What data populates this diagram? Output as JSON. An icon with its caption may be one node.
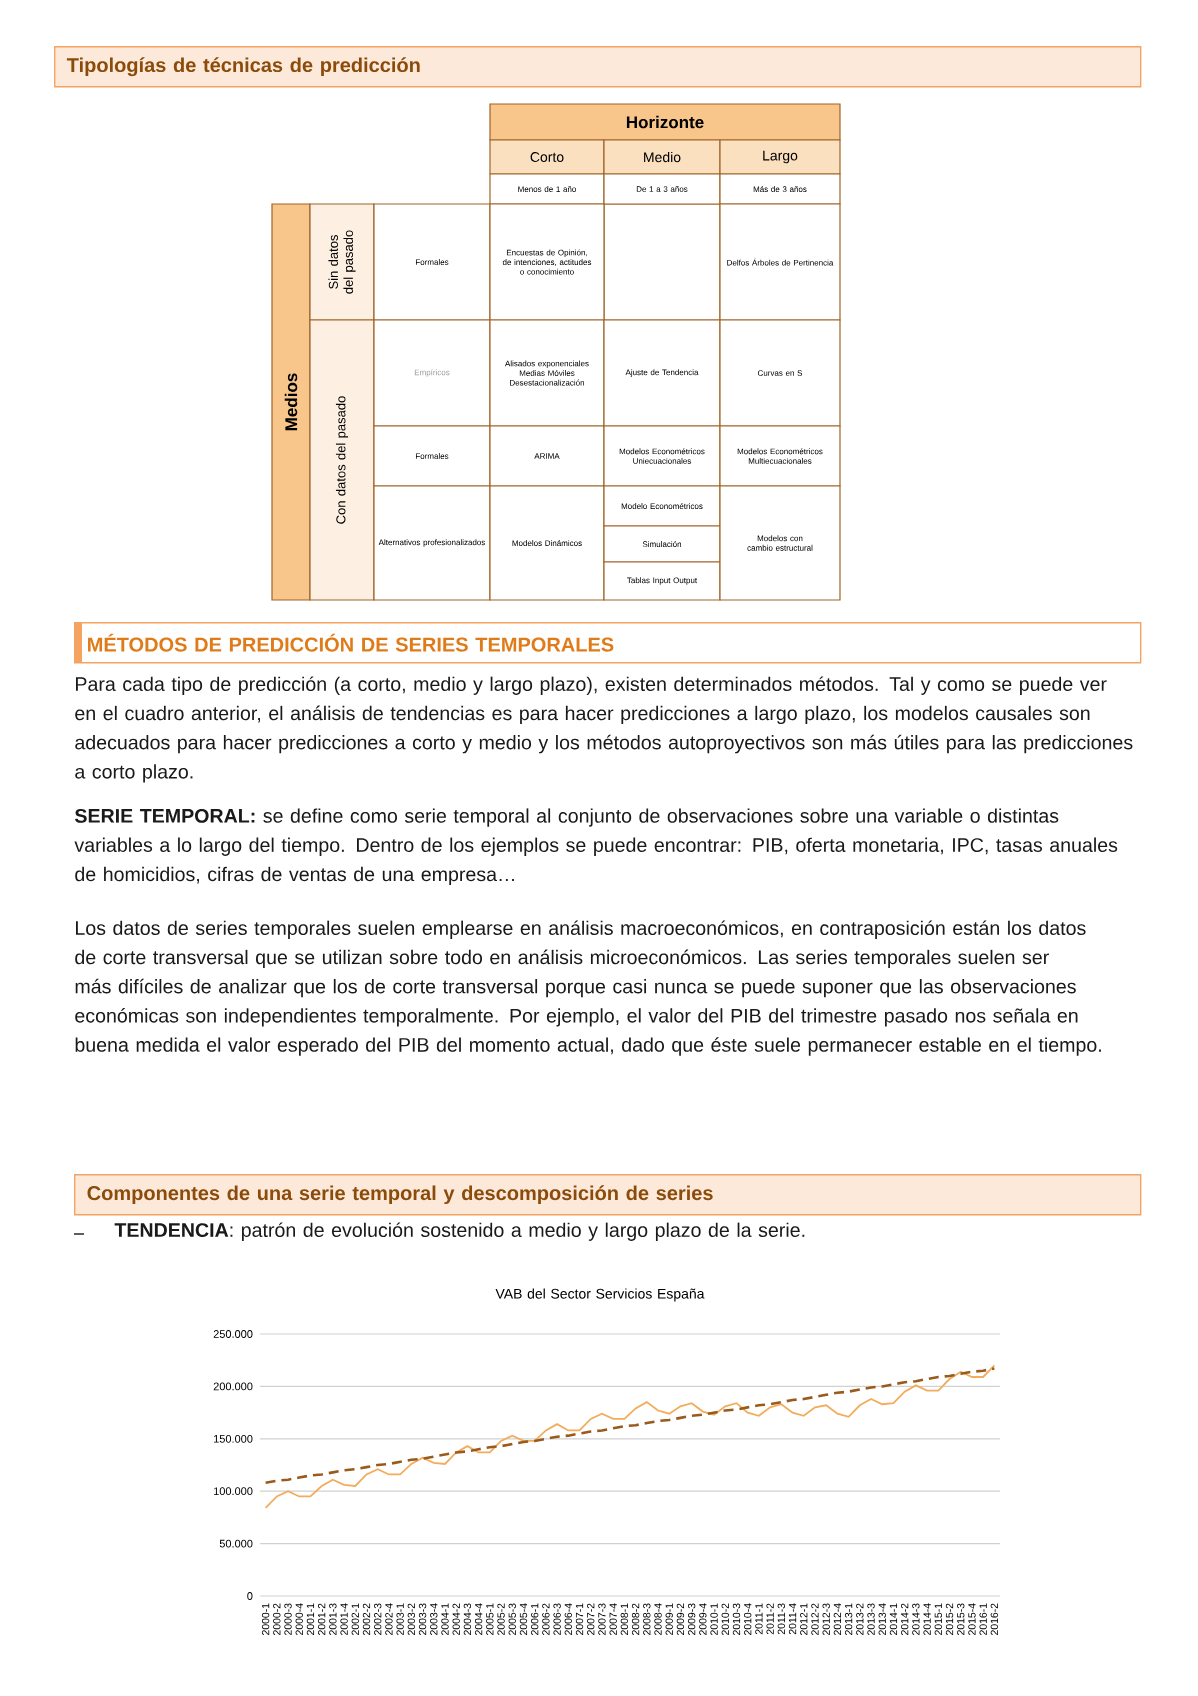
{
  "diagram": {
    "nodes": [
      {
        "text": [
          "Tipologías de técnicas de predicción"
        ]
      },
      {
        "text": [
          "MÉTODOS DE PREDICCIÓN DE SERIES TEMPORALES"
        ]
      },
      {
        "text": [
          "Componentes de una serie temporal y descomposición de series"
        ]
      }
    ],
    "labels": [
      "Horizonte",
      "Corto",
      "Medio",
      "Largo",
      "Menos de 1 año",
      "De 1 a 3 años",
      "Más de 3 años",
      "Medios",
      "Sin datos del pasado",
      "Formales",
      "Encuestas de Opinión, de intenciones, actitudes o conocimiento",
      "Delfos Árboles de Pertinencia",
      "Con datos del pasado",
      "Empíricos",
      "Alisados exponenciales Medias Móviles Desestacionalización",
      "Ajuste de Tendencia",
      "Curvas en S",
      "Formales",
      "ARIMA",
      "Modelos Econométricos Uniecuacionales",
      "Modelos Econométricos Multiecuacionales",
      "Alternativos profesionalizados",
      "Modelos Dinámicos",
      "Modelo Econométricos",
      "Simulación",
      "Tablas Input Output",
      "Modelos con cambio estructural",
      "Para cada tipo de predicción (a corto, medio y largo plazo), existen determinados métodos. Tal y como se puede ver en el cuadro anterior, el análisis de tendencias es para hacer predicciones a largo plazo, los modelos causales son adecuados para hacer predicciones a corto y medio y los métodos autoproyectivos son más útiles para las predicciones a corto plazo.",
      "**SERIE TEMPORAL:** se define como serie temporal al conjunto de observaciones sobre una variable o distintas variables a lo largo del tiempo. Dentro de los ejemplos se puede encontrar: PIB, oferta monetaria, IPC, tasas anuales de homicidios, cifras de ventas de una empresa…",
      "Los datos de series temporales suelen emplearse en análisis macroeconómicos, en contraposición están los datos de corte transversal que se utilizan sobre todo en análisis microeconómicos. Las series temporales suelen ser más difíciles de analizar que los de corte transversal porque casi nunca se puede suponer que las observaciones económicas son independientes temporalmente. Por ejemplo, el valor del PIB del trimestre pasado nos señala en buena medida el valor esperado del PIB del momento actual, dado que éste suele permanecer estable en el tiempo.",
      "**TENDENCIA**: patrón de evolución sostenido a medio y largo plazo de la serie."
    ],
    "chart_data": {
      "type": "line",
      "title": "VAB del Sector Servicios España",
      "categories": [
        "2000-1",
        "2000-2",
        "2000-3",
        "2000-4",
        "2001-1",
        "2001-2",
        "2001-3",
        "2001-4",
        "2002-1",
        "2002-2",
        "2002-3",
        "2002-4",
        "2003-1",
        "2003-2",
        "2003-3",
        "2003-4",
        "2004-1",
        "2004-2",
        "2004-3",
        "2004-4",
        "2005-1",
        "2005-2",
        "2005-3",
        "2005-4",
        "2006-1",
        "2006-2",
        "2006-3",
        "2006-4",
        "2007-1",
        "2007-2",
        "2007-3",
        "2007-4",
        "2008-1",
        "2008-2",
        "2008-3",
        "2008-4",
        "2009-1",
        "2009-2",
        "2009-3",
        "2009-4",
        "2010-1",
        "2010-2",
        "2010-3",
        "2010-4",
        "2011-1",
        "2011-2",
        "2011-3",
        "2011-4",
        "2012-1",
        "2012-2",
        "2012-3",
        "2012-4",
        "2013-1",
        "2013-2",
        "2013-3",
        "2013-4",
        "2014-1",
        "2014-2",
        "2014-3",
        "2014-4",
        "2015-1",
        "2015-2",
        "2015-3",
        "2015-4",
        "2016-1",
        "2016-2"
      ],
      "series": [
        {
          "color": "#f2ac5c",
          "values": [
            84000,
            95000,
            100000,
            95000,
            95000,
            105000,
            111000,
            106000,
            105000,
            116000,
            121000,
            116000,
            116000,
            126000,
            132000,
            127000,
            126000,
            137000,
            143000,
            137000,
            137000,
            148000,
            153000,
            148000,
            148000,
            158000,
            164000,
            158000,
            158000,
            169000,
            174000,
            169000,
            169000,
            179000,
            185000,
            177000,
            174000,
            181000,
            184000,
            176000,
            173000,
            181000,
            184000,
            175000,
            172000,
            180000,
            183000,
            175000,
            172000,
            180000,
            182000,
            174000,
            171000,
            182000,
            188000,
            183000,
            184000,
            195000,
            201000,
            196000,
            196000,
            207000,
            214000,
            209000,
            209000,
            220000
          ]
        },
        {
          "color": "#9a5a1c",
          "line_style": "dashed",
          "values": [
            108000,
            110000,
            111000,
            113000,
            115000,
            116000,
            118000,
            120000,
            121000,
            123000,
            125000,
            126000,
            128000,
            130000,
            131000,
            133000,
            135000,
            137000,
            138000,
            140000,
            142000,
            143000,
            145000,
            147000,
            148000,
            150000,
            152000,
            153000,
            155000,
            157000,
            158000,
            160000,
            162000,
            163000,
            165000,
            167000,
            168000,
            170000,
            172000,
            173000,
            175000,
            177000,
            178000,
            180000,
            182000,
            183000,
            185000,
            187000,
            188000,
            190000,
            192000,
            194000,
            195000,
            197000,
            199000,
            200000,
            202000,
            204000,
            205000,
            207000,
            209000,
            210000,
            212000,
            214000,
            215000,
            217000
          ]
        }
      ],
      "ylim": [
        0,
        250000
      ],
      "grid": true,
      "yticks": [
        {
          "value": 0,
          "label": "0"
        },
        {
          "value": 50000,
          "label": "50.000"
        },
        {
          "value": 100000,
          "label": "100.000"
        },
        {
          "value": 150000,
          "label": "150.000"
        },
        {
          "value": 200000,
          "label": "200.000"
        },
        {
          "value": 250000,
          "label": "250.000"
        }
      ]
    }
  }
}
